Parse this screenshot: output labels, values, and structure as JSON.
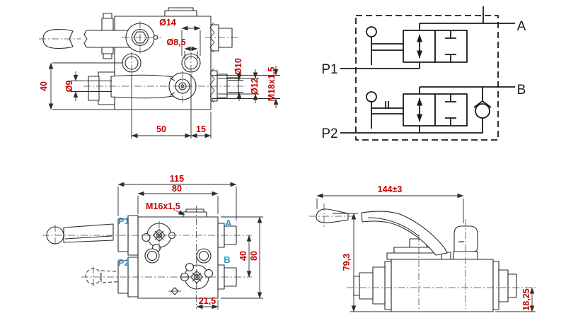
{
  "colors": {
    "background": "#ffffff",
    "line": "#2b2b2b",
    "schematic_line": "#1a1a1a",
    "dimension_text": "#c00000",
    "port_label_text": "#2d9bd5"
  },
  "side_view": {
    "dims": {
      "d14": "Ø14",
      "d8_5": "Ø8,5",
      "d9": "Ø9",
      "h40": "40",
      "d10": "Ø10",
      "d12": "Ø12",
      "m18": "M18x1,5",
      "w50": "50",
      "w15": "15"
    }
  },
  "schematic": {
    "port_a": "A",
    "port_p1": "P1",
    "port_b": "B",
    "port_p2": "P2"
  },
  "top_view": {
    "dims": {
      "w115": "115",
      "w80": "80",
      "m16": "M16x1,5",
      "h40": "40",
      "h80": "80",
      "w21_5": "21,5"
    },
    "ports": {
      "p1": "P1",
      "a": "A",
      "p2": "P2",
      "b": "B"
    }
  },
  "lever_view": {
    "dims": {
      "w144": "144±3",
      "h79_3": "79,3",
      "h18_25": "18,25"
    }
  }
}
